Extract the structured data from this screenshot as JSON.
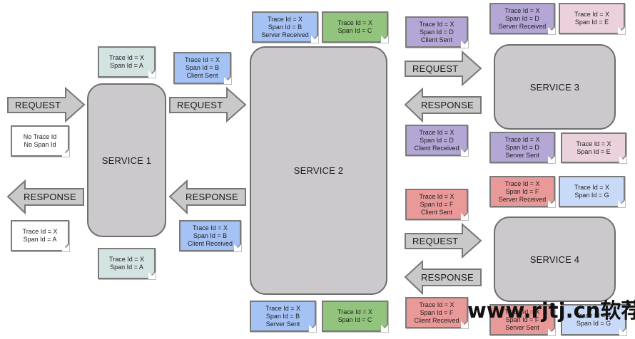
{
  "services": [
    {
      "id": "service-1",
      "label": "SERVICE 1"
    },
    {
      "id": "service-2",
      "label": "SERVICE 2"
    },
    {
      "id": "service-3",
      "label": "SERVICE 3"
    },
    {
      "id": "service-4",
      "label": "SERVICE 4"
    }
  ],
  "arrows": {
    "request": "REQUEST",
    "response": "RESPONSE"
  },
  "colors": {
    "service_fill": "#cbc9cb",
    "arrow_fill": "#c9c9c9",
    "span_a": "#d3e3e1",
    "span_b": "#a4c2f4",
    "span_c": "#93c47d",
    "span_d": "#b4a7d6",
    "span_e": "#ead1dc",
    "span_f": "#ea9999",
    "span_g": "#c9daf8",
    "none": "#ffffff"
  },
  "notes": {
    "s1_in": {
      "lines": [
        "No Trace Id",
        "No Span Id"
      ]
    },
    "s1_top": {
      "lines": [
        "Trace Id = X",
        "Span Id = A"
      ]
    },
    "s1_out": {
      "lines": [
        "Trace Id = X",
        "Span Id = A"
      ]
    },
    "s1_bottom": {
      "lines": [
        "Trace Id = X",
        "Span Id = A"
      ]
    },
    "s2_client_sent": {
      "lines": [
        "Trace Id = X",
        "Span Id = B",
        "Client Sent"
      ]
    },
    "s2_client_received": {
      "lines": [
        "Trace Id = X",
        "Span Id = B",
        "Client Received"
      ]
    },
    "s2_server_received": {
      "lines": [
        "Trace Id = X",
        "Span Id = B",
        "Server Received"
      ]
    },
    "s2_top_c": {
      "lines": [
        "Trace Id = X",
        "Span Id = C"
      ]
    },
    "s2_server_sent": {
      "lines": [
        "Trace Id = X",
        "Span Id = B",
        "Server Sent"
      ]
    },
    "s2_bottom_c": {
      "lines": [
        "Trace Id = X",
        "Span Id = C"
      ]
    },
    "s3_client_sent": {
      "lines": [
        "Trace Id = X",
        "Span Id = D",
        "Client Sent"
      ]
    },
    "s3_client_received": {
      "lines": [
        "Trace Id = X",
        "Span Id = D",
        "Client Received"
      ]
    },
    "s3_server_received": {
      "lines": [
        "Trace Id = X",
        "Span Id = D",
        "Server Received"
      ]
    },
    "s3_top_e": {
      "lines": [
        "Trace Id = X",
        "Span Id = E"
      ]
    },
    "s3_server_sent": {
      "lines": [
        "Trace Id = X",
        "Span Id = D",
        "Server Sent"
      ]
    },
    "s3_bottom_e": {
      "lines": [
        "Trace Id = X",
        "Span Id = E"
      ]
    },
    "s4_client_sent": {
      "lines": [
        "Trace Id = X",
        "Span Id = F",
        "Client Sent"
      ]
    },
    "s4_client_received": {
      "lines": [
        "Trace Id = X",
        "Span Id = F",
        "Client Received"
      ]
    },
    "s4_server_received": {
      "lines": [
        "Trace Id = X",
        "Span Id = F",
        "Server Received"
      ]
    },
    "s4_top_g": {
      "lines": [
        "Trace Id = X",
        "Span Id = G"
      ]
    },
    "s4_server_sent": {
      "lines": [
        "Trace Id = X",
        "Span Id = F",
        "Server Sent"
      ]
    },
    "s4_bottom_g": {
      "lines": [
        "Trace Id = X",
        "Span Id = G"
      ]
    }
  },
  "watermark": "www.rjtj.cn软荐网"
}
